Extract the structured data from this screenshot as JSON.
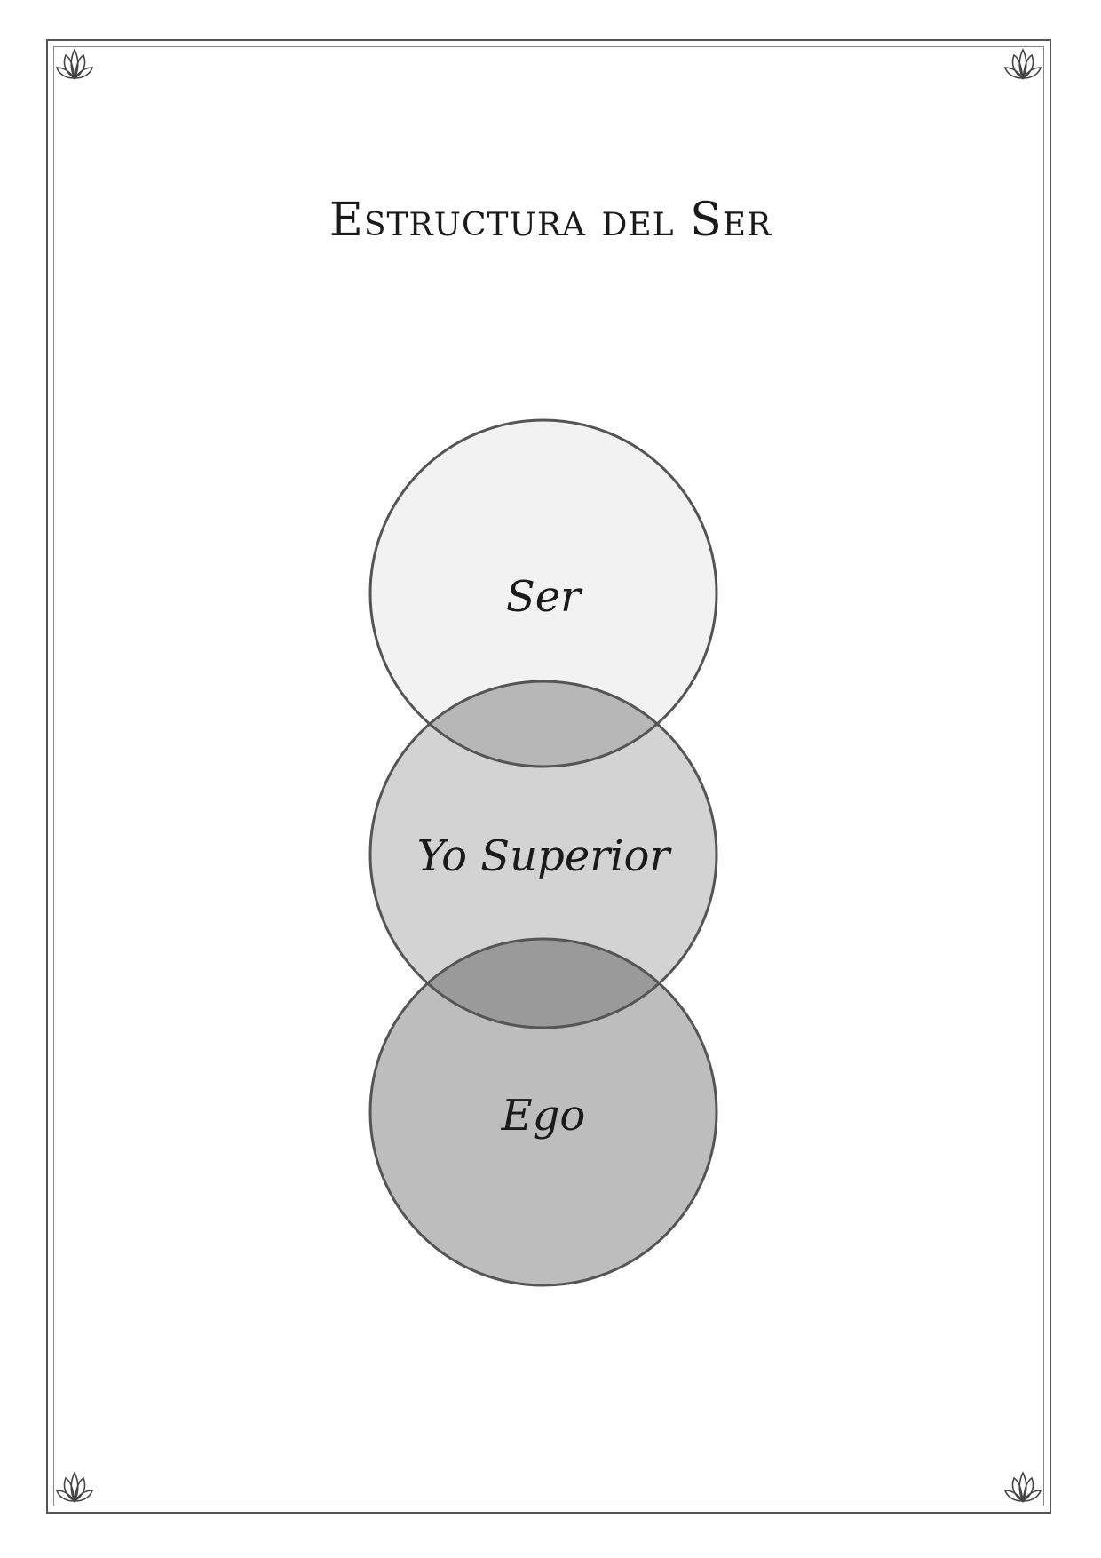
{
  "page": {
    "title": "Estructura del Ser"
  },
  "diagram": {
    "circles": [
      {
        "label": "Ser",
        "fill": "#f2f2f2"
      },
      {
        "label": "Yo Superior",
        "fill": "#d3d3d3"
      },
      {
        "label": "Ego",
        "fill": "#bdbdbd"
      }
    ],
    "overlap_colors": [
      "#b7b7b7",
      "#9a9a9a"
    ],
    "stroke_color": "#555555"
  },
  "decorations": {
    "corner_icon": "lotus-flower-icon"
  }
}
